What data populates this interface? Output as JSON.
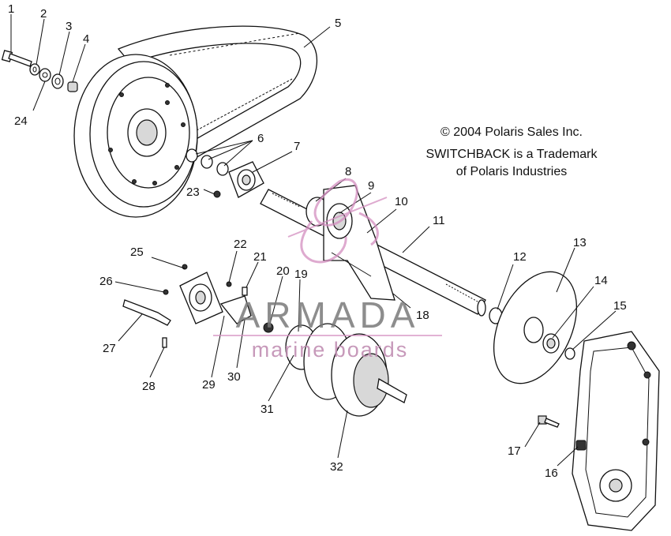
{
  "copyright": {
    "line1": "© 2004 Polaris Sales Inc.",
    "line2": "SWITCHBACK is a Trademark",
    "line3": "of Polaris Industries"
  },
  "watermark": {
    "brand": "ARMADA",
    "tagline": "marine boards"
  },
  "callouts": [
    "1",
    "2",
    "3",
    "4",
    "5",
    "6",
    "7",
    "8",
    "9",
    "10",
    "11",
    "12",
    "13",
    "14",
    "15",
    "16",
    "17",
    "18",
    "19",
    "20",
    "21",
    "22",
    "23",
    "24",
    "25",
    "26",
    "27",
    "28",
    "29",
    "30",
    "31",
    "32"
  ]
}
